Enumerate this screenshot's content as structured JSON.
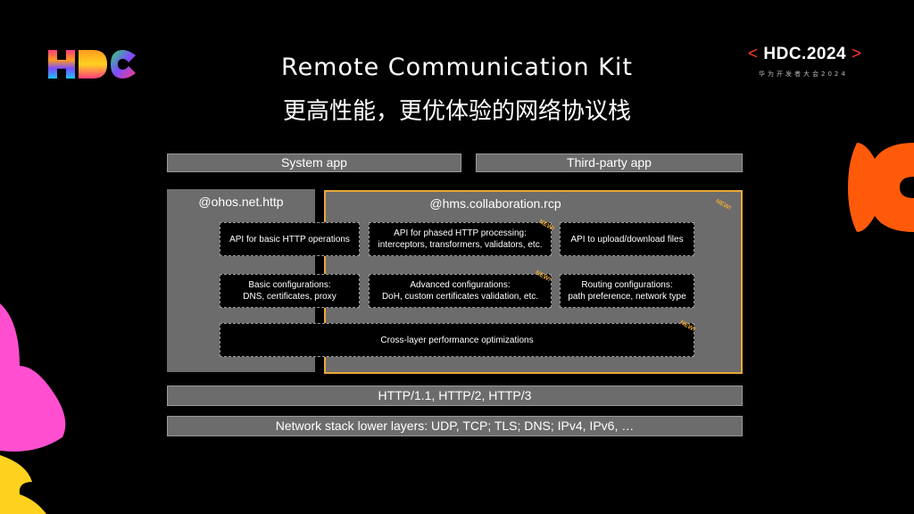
{
  "logo": {
    "text": "HDC",
    "colors": [
      "#ff3b7f",
      "#ff9a1f",
      "#ffd21f",
      "#2bd96b",
      "#7b4dff",
      "#19c3ff"
    ]
  },
  "badge": {
    "left": "<",
    "text": "HDC.2024",
    "right": ">",
    "subtitle": "华为开发者大会2024"
  },
  "title": {
    "en": "Remote Communication Kit",
    "zh": "更高性能，更优体验的网络协议栈"
  },
  "apps": {
    "system": "System app",
    "third_party": "Third-party app"
  },
  "ohos": {
    "label": "@ohos.net.http"
  },
  "rcp": {
    "label": "@hms.collaboration.rcp",
    "new": "NEW!",
    "blocks": {
      "basic_http": "API for basic HTTP operations",
      "phased_http_1": "API for phased HTTP processing:",
      "phased_http_2": "interceptors, transformers, validators, etc.",
      "upload_download": "API to upload/download files",
      "basic_config_1": "Basic configurations:",
      "basic_config_2": "DNS, certificates, proxy",
      "advanced_config_1": "Advanced configurations:",
      "advanced_config_2": "DoH, custom certificates validation, etc.",
      "routing_config_1": "Routing configurations:",
      "routing_config_2": "path preference, network type",
      "cross_layer": "Cross-layer performance optimizations"
    }
  },
  "http_versions": "HTTP/1.1, HTTP/2, HTTP/3",
  "lower_layers": "Network stack lower layers: UDP, TCP; TLS; DNS; IPv4, IPv6, …",
  "decor_colors": {
    "orange": "#ff5a0a",
    "pink": "#ff4fd0",
    "yellow": "#ffd21f",
    "accent": "#e8a838"
  }
}
